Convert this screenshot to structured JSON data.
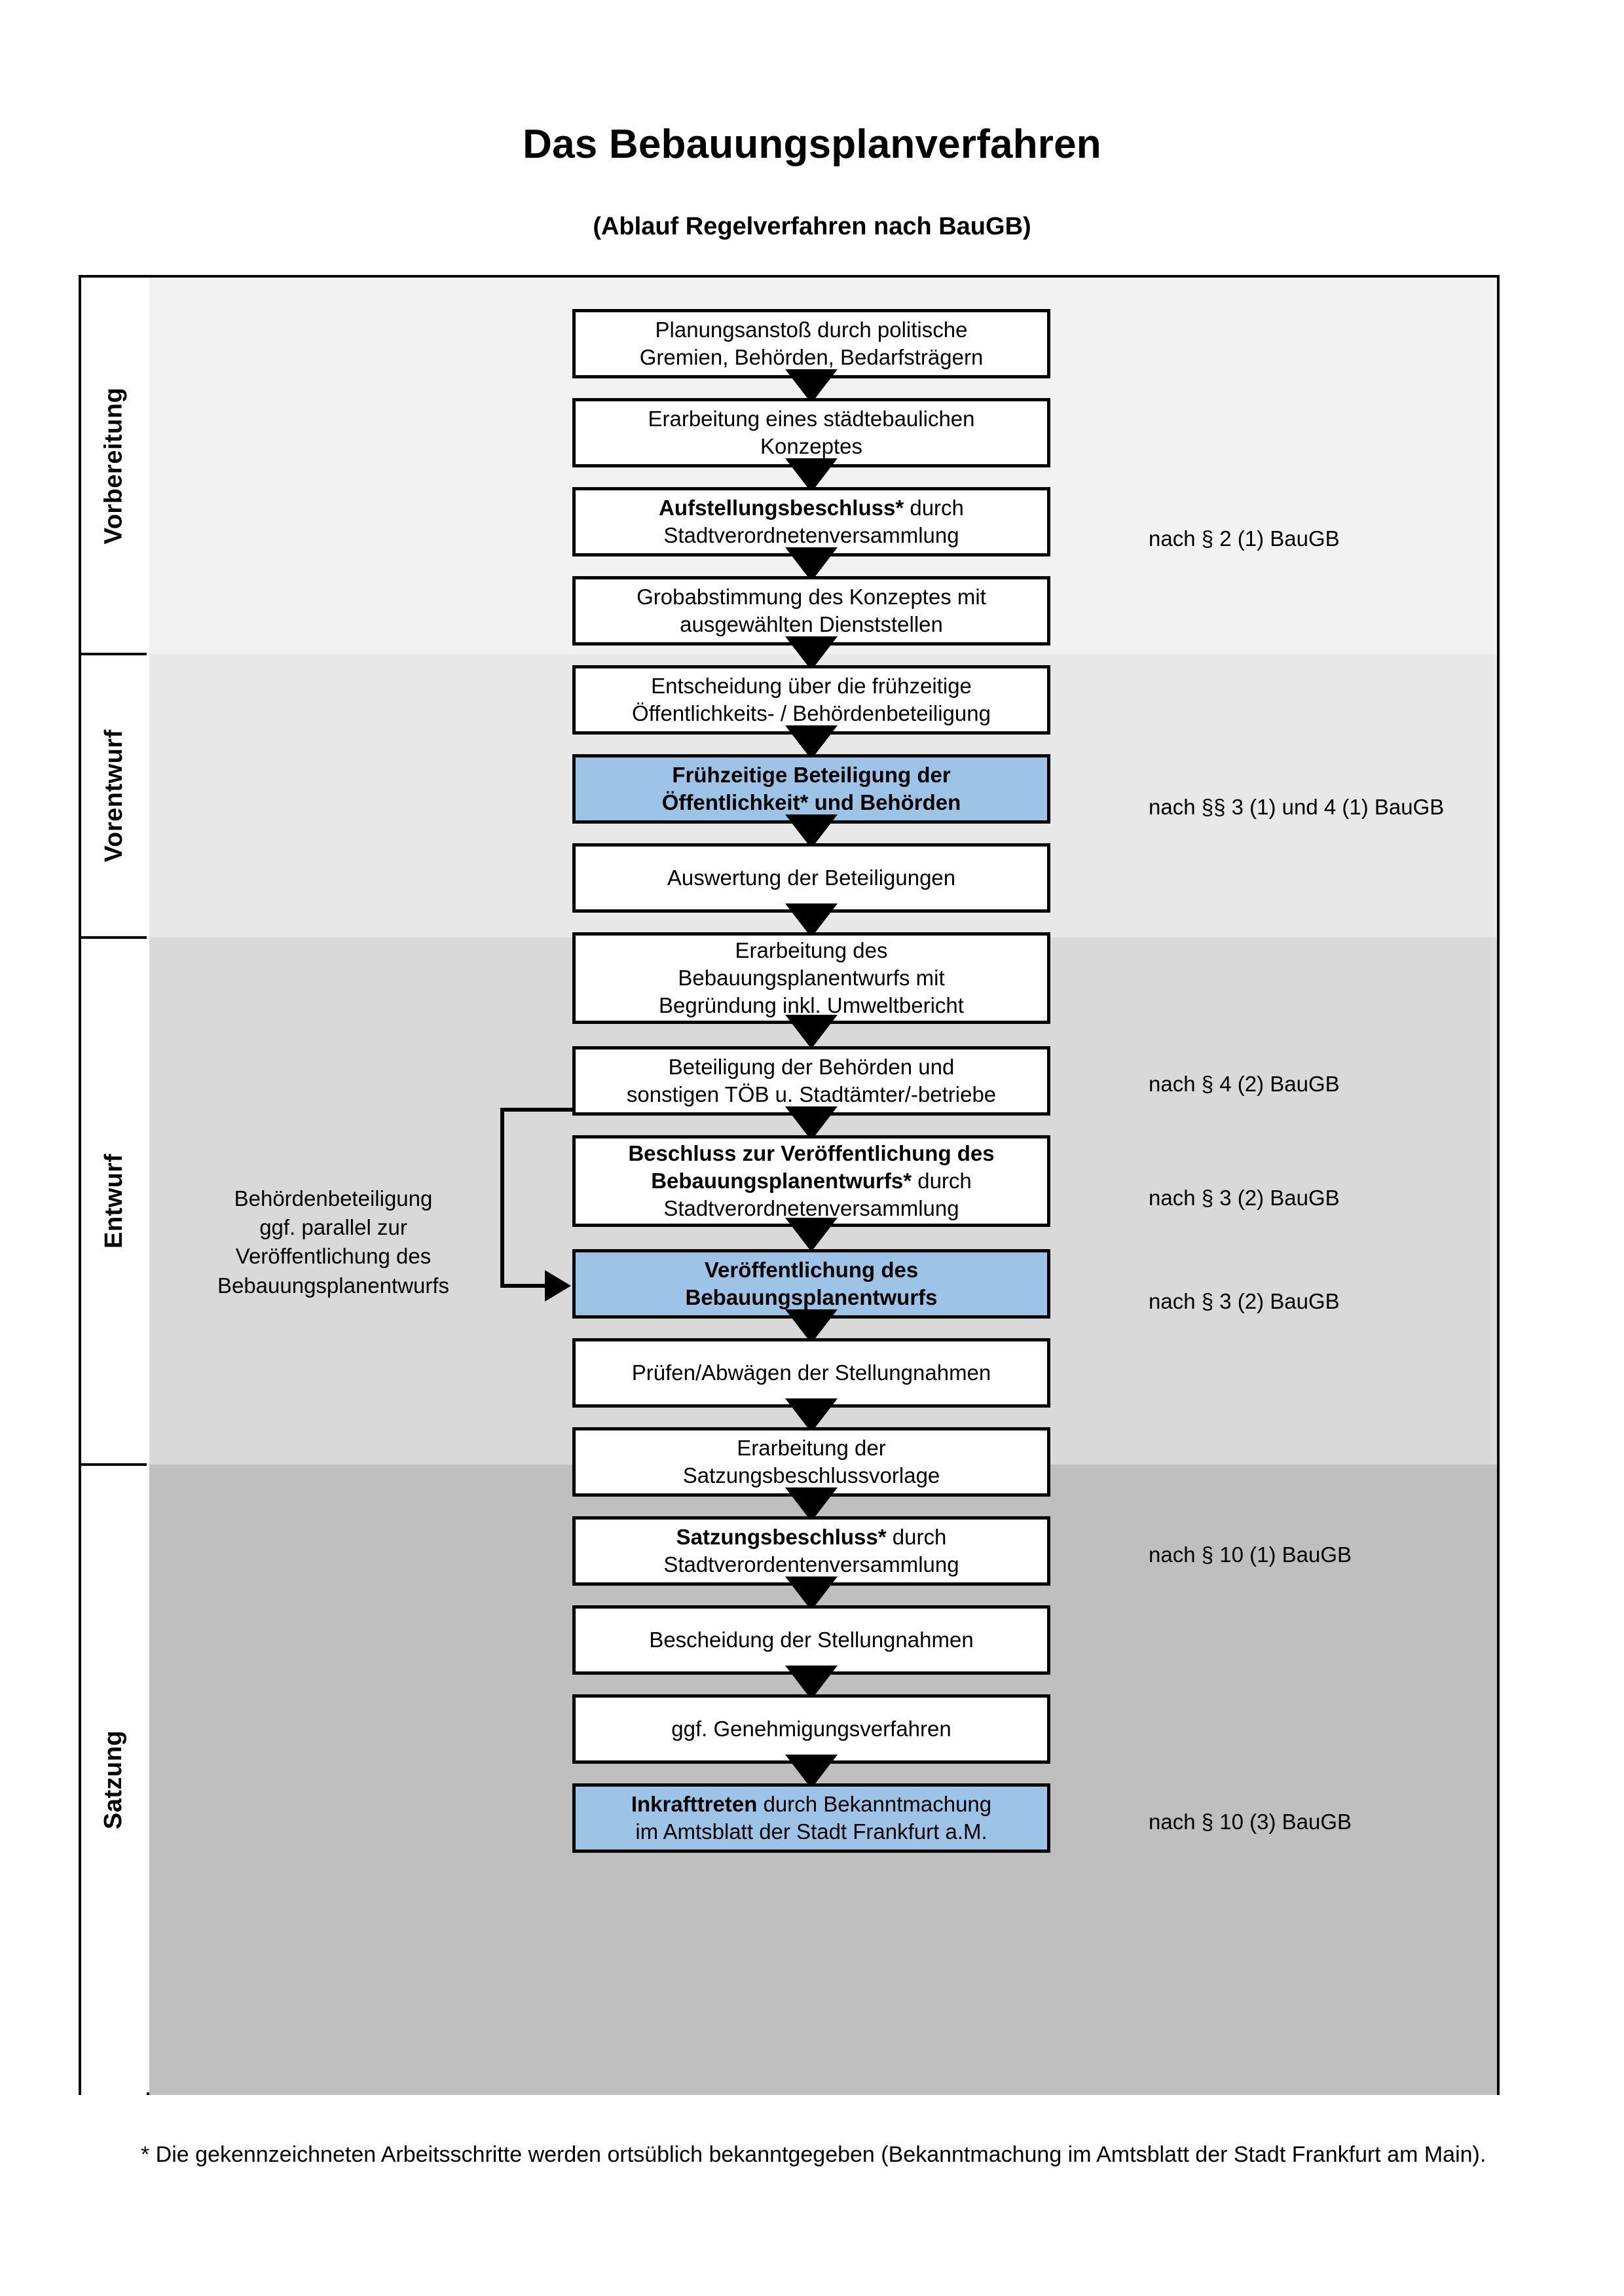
{
  "header": {
    "title": "Das Bebauungsplanverfahren",
    "subtitle": "(Ablauf Regelverfahren nach BauGB)"
  },
  "phases": [
    {
      "name": "Vorbereitung",
      "bg": "#f2f2f2"
    },
    {
      "name": "Vorentwurf",
      "bg": "#e8e8e8"
    },
    {
      "name": "Entwurf",
      "bg": "#d9d9d9"
    },
    {
      "name": "Satzung",
      "bg": "#bfbfbf"
    }
  ],
  "colors": {
    "highlight_blue": "#9dc3e6",
    "box_white": "#ffffff",
    "line_black": "#000000"
  },
  "steps": [
    {
      "id": "s1",
      "phase": "Vorbereitung",
      "highlight": false,
      "lines": [
        "Planungsanstoß durch politische",
        "Gremien, Behörden, Bedarfsträgern"
      ],
      "bold_lead": ""
    },
    {
      "id": "s2",
      "phase": "Vorbereitung",
      "highlight": false,
      "lines": [
        "Erarbeitung eines städtebaulichen",
        "Konzeptes"
      ],
      "bold_lead": ""
    },
    {
      "id": "s3",
      "phase": "Vorbereitung",
      "highlight": false,
      "lines": [
        "Aufstellungsbeschluss* durch",
        "Stadtverordnetenversammlung"
      ],
      "bold_lead": "Aufstellungsbeschluss*"
    },
    {
      "id": "s4",
      "phase": "Vorentwurf",
      "highlight": false,
      "lines": [
        "Grobabstimmung des Konzeptes mit",
        "ausgewählten Dienststellen"
      ],
      "bold_lead": ""
    },
    {
      "id": "s5",
      "phase": "Vorentwurf",
      "highlight": false,
      "lines": [
        "Entscheidung über die frühzeitige",
        "Öffentlichkeits- / Behördenbeteiligung"
      ],
      "bold_lead": ""
    },
    {
      "id": "s6",
      "phase": "Vorentwurf",
      "highlight": true,
      "lines": [
        "Frühzeitige Beteiligung der",
        "Öffentlichkeit* und Behörden"
      ],
      "bold_lead": "ALL"
    },
    {
      "id": "s7",
      "phase": "Entwurf",
      "highlight": false,
      "lines": [
        "Auswertung der Beteiligungen"
      ],
      "bold_lead": ""
    },
    {
      "id": "s8",
      "phase": "Entwurf",
      "highlight": false,
      "lines": [
        "Erarbeitung des",
        "Bebauungsplanentwurfs mit",
        "Begründung inkl. Umweltbericht"
      ],
      "bold_lead": ""
    },
    {
      "id": "s9",
      "phase": "Entwurf",
      "highlight": false,
      "lines": [
        "Beteiligung der Behörden und",
        "sonstigen TÖB u. Stadtämter/-betriebe"
      ],
      "bold_lead": ""
    },
    {
      "id": "s10",
      "phase": "Entwurf",
      "highlight": false,
      "lines": [
        "Beschluss zur Veröffentlichung des",
        "Bebauungsplanentwurfs* durch",
        "Stadtverordnetenversammlung"
      ],
      "bold_lead": "Beschluss zur Veröffentlichung des Bebauungsplanentwurfs*"
    },
    {
      "id": "s11",
      "phase": "Entwurf",
      "highlight": true,
      "lines": [
        "Veröffentlichung des",
        "Bebauungsplanentwurfs"
      ],
      "bold_lead": "ALL"
    },
    {
      "id": "s12",
      "phase": "Satzung",
      "highlight": false,
      "lines": [
        "Prüfen/Abwägen der Stellungnahmen"
      ],
      "bold_lead": ""
    },
    {
      "id": "s13",
      "phase": "Satzung",
      "highlight": false,
      "lines": [
        "Erarbeitung der",
        "Satzungsbeschlussvorlage"
      ],
      "bold_lead": ""
    },
    {
      "id": "s14",
      "phase": "Satzung",
      "highlight": false,
      "lines": [
        "Satzungsbeschluss* durch",
        "Stadtverordentenversammlung"
      ],
      "bold_lead": "Satzungsbeschluss*"
    },
    {
      "id": "s15",
      "phase": "Satzung",
      "highlight": false,
      "lines": [
        "Bescheidung der Stellungnahmen"
      ],
      "bold_lead": ""
    },
    {
      "id": "s16",
      "phase": "Satzung",
      "highlight": false,
      "lines": [
        "ggf. Genehmigungsverfahren"
      ],
      "bold_lead": ""
    },
    {
      "id": "s17",
      "phase": "Satzung",
      "highlight": true,
      "lines": [
        "Inkrafttreten durch Bekanntmachung",
        "im Amtsblatt der Stadt Frankfurt a.M."
      ],
      "bold_lead": "Inkrafttreten"
    }
  ],
  "legal_refs": [
    {
      "id": "r1",
      "text": "nach § 2 (1) BauGB"
    },
    {
      "id": "r2",
      "text": "nach §§ 3 (1) und 4 (1) BauGB"
    },
    {
      "id": "r3",
      "text": "nach § 4 (2) BauGB"
    },
    {
      "id": "r4",
      "text": "nach § 3 (2) BauGB"
    },
    {
      "id": "r5",
      "text": "nach § 3 (2) BauGB"
    },
    {
      "id": "r6",
      "text": "nach § 10 (1) BauGB"
    },
    {
      "id": "r7",
      "text": "nach § 10 (3) BauGB"
    }
  ],
  "side_note": {
    "lines": [
      "Behördenbeteiligung",
      "ggf. parallel zur",
      "Veröffentlichung des",
      "Bebauungsplanentwurfs"
    ]
  },
  "footnote": {
    "text": "* Die gekennzeichneten Arbeitsschritte werden ortsüblich bekanntgegeben (Bekanntmachung im Amtsblatt  der Stadt Frankfurt am Main)."
  }
}
